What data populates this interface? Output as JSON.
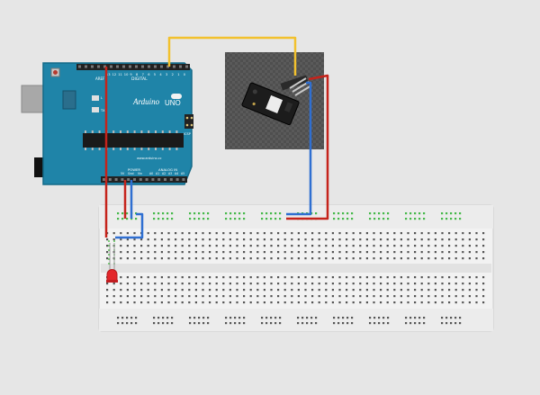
{
  "arduino": {
    "brand": "Arduino",
    "model": "UNO",
    "url": "www.arduino.cc",
    "labels": {
      "aref": "AREF",
      "gnd": "GND",
      "digital": "DIGITAL",
      "power": "POWER",
      "analog_in": "ANALOG IN",
      "icsp": "ICSP",
      "pwm_note": "PWM ~",
      "tx": "TX",
      "rx": "RX",
      "l": "L",
      "on": "ON",
      "v5": "5V",
      "gnd2": "Gnd",
      "vin": "Vin"
    },
    "digital_pins": [
      "13",
      "12",
      "11",
      "10",
      "9",
      "8",
      "7",
      "6",
      "5",
      "4",
      "3",
      "2",
      "1",
      "0"
    ],
    "analog_pins": [
      "A0",
      "A1",
      "A2",
      "A3",
      "A4",
      "A5"
    ]
  },
  "colors": {
    "background": "#e6e6e6",
    "board": "#1f84a8",
    "board_edge": "#146a88",
    "wire_yellow": "#f2c12e",
    "wire_red": "#c5231b",
    "wire_blue": "#2f6fd1",
    "wire_green": "#4fbf4a",
    "led": "#e3262a",
    "sensor_backdrop": "#555555",
    "breadboard": "#f2f2f2"
  },
  "components": {
    "sensor": "sensor-module",
    "led": "red-led"
  }
}
